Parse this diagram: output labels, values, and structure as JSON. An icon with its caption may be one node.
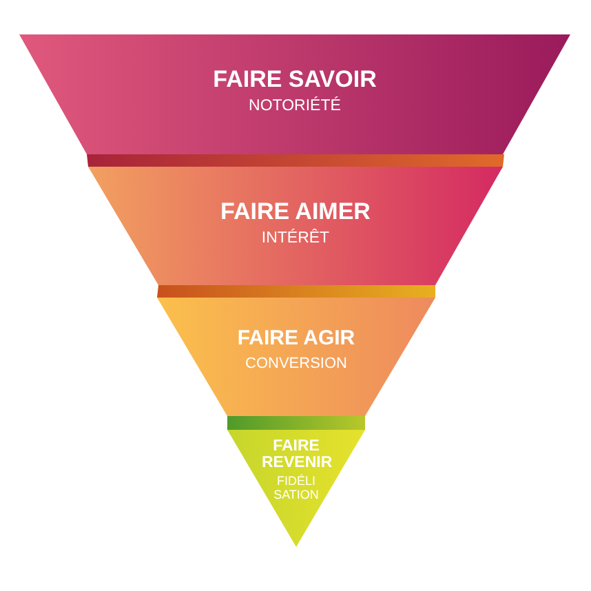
{
  "diagram": {
    "nodes": [
      {
        "text": [
          "FAIRE SAVOIR",
          "NOTORIÉTÉ"
        ]
      },
      {
        "text": [
          "FAIRE AIMER",
          "INTÉRÊT"
        ]
      },
      {
        "text": [
          "FAIRE AGIR",
          "CONVERSION"
        ]
      },
      {
        "text": [
          "FAIRE REVENIR",
          "FIDÉLI SATION"
        ]
      }
    ]
  }
}
